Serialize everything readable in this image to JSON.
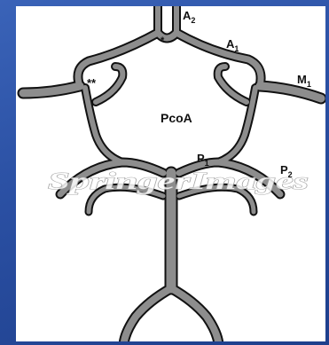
{
  "labels": {
    "a2": {
      "base": "A",
      "sub": "2"
    },
    "a1": {
      "base": "A",
      "sub": "1"
    },
    "m1": {
      "base": "M",
      "sub": "1"
    },
    "p1": {
      "base": "P",
      "sub": "1"
    },
    "p2": {
      "base": "P",
      "sub": "2"
    },
    "pcoa": "PcoA",
    "aneurysm_marker": "**",
    "acom_marker": "*"
  },
  "watermark": "SpringerImages",
  "colors": {
    "slide_background": "#2a4fa2",
    "panel_background": "#ffffff",
    "vessel_outline": "#111111",
    "vessel_fill": "#8d8d8d"
  }
}
